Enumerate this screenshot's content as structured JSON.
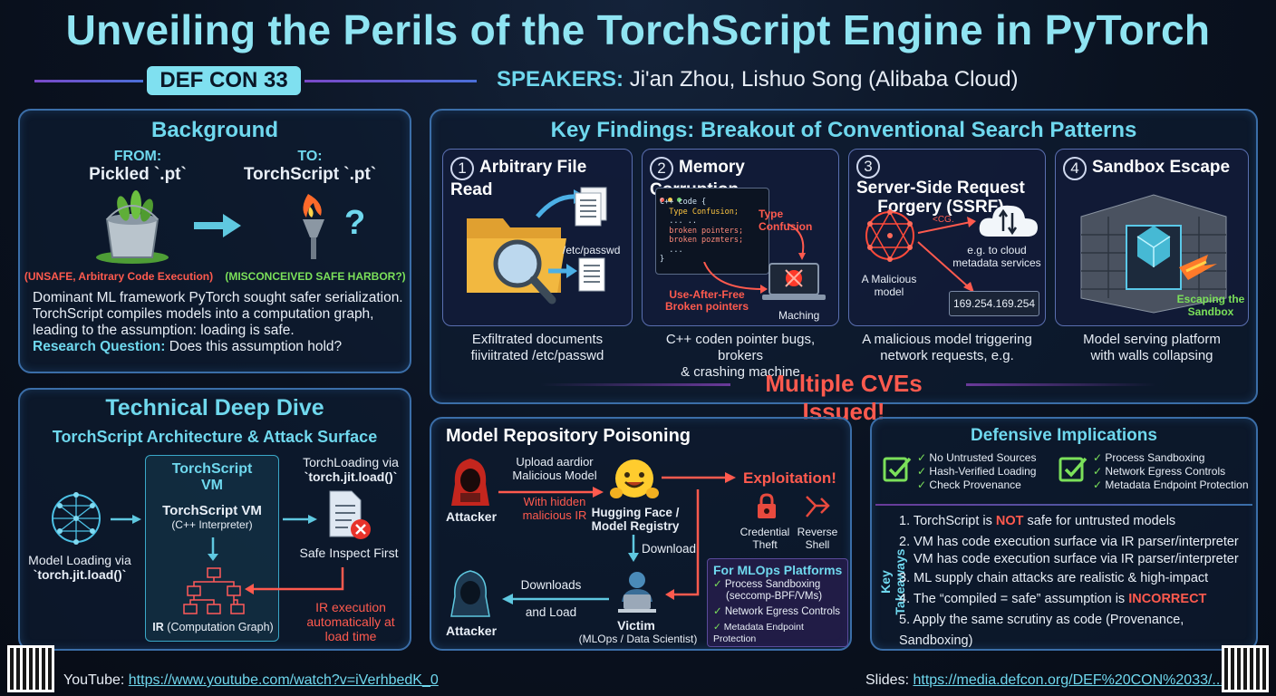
{
  "header": {
    "title": "Unveiling the Perils of the TorchScript Engine in PyTorch",
    "badge": "DEF CON 33",
    "speakers_label": "SPEAKERS:",
    "speakers_names": "Ji'an Zhou, Lishuo Song (Alibaba Cloud)"
  },
  "background": {
    "title": "Background",
    "from_label": "FROM:",
    "from_value": "Pickled `.pt`",
    "to_label": "TO:",
    "to_value": "TorchScript `.pt`",
    "from_note": "(UNSAFE, Arbitrary Code Execution)",
    "to_note": "(MISCONCEIVED SAFE HARBOR?)",
    "para1": "Dominant ML framework PyTorch sought safer serialization.",
    "para2": "TorchScript compiles models into a computation graph,",
    "para3": "leading to the assumption: loading is safe.",
    "rq_label": "Research Question:",
    "rq_text": "Does this assumption hold?"
  },
  "findings": {
    "title": "Key Findings: Breakout of Conventional Search Patterns",
    "items": [
      {
        "num": "1",
        "title": "Arbitrary File Read",
        "file_label": "/etc/passwd",
        "cap1": "Exfiltrated documents",
        "cap2": "fiiviitrated /etc/passwd"
      },
      {
        "num": "2",
        "title": "Memory Corruption",
        "code": [
          "C++ code {",
          "  Type Confusion;",
          "  ... ..",
          "  broken pointers;",
          "  broken pozmters;",
          "  ...",
          "}"
        ],
        "type_confusion": "Type Confusion",
        "uaf": "Use-After-Free",
        "broken": "Broken pointers",
        "maching": "Maching",
        "cap1": "C++ coden pointer bugs, brokers",
        "cap2": "& crashing machine"
      },
      {
        "num": "3",
        "title": "Server-Side Request",
        "title2": "Forgery (SSRF)",
        "cg": "<CG.",
        "cloud_note1": "e.g. to cloud",
        "cloud_note2": "metadata services",
        "mal1": "A Malicious",
        "mal2": "model",
        "ip": "169.254.169.254",
        "cap1": "A malicious model triggering",
        "cap2": "network requests, e.g."
      },
      {
        "num": "4",
        "title": "Sandbox Escape",
        "escape1": "Escaping the",
        "escape2": "Sandbox",
        "cap1": "Model serving platform",
        "cap2": "with walls collapsing"
      }
    ],
    "cves": "Multiple CVEs Issued!"
  },
  "deep_dive": {
    "title": "Technical Deep Dive",
    "subtitle": "TorchScript Architecture & Attack Surface",
    "vm_box_title1": "TorchScript",
    "vm_box_title2": "VM",
    "vm_name": "TorchScript VM",
    "vm_sub": "(C++ Interpreter)",
    "ir_label": "IR",
    "ir_sub": "(Computation Graph)",
    "load_label1": "Model Loading via",
    "load_label2": "`torch.jit.load()`",
    "tl_label1": "TorchLoading via",
    "tl_label2": "`torch.jit.load()`",
    "safe_inspect": "Safe Inspect First",
    "ir_exec1": "IR execution",
    "ir_exec2": "automatically at",
    "ir_exec3": "load time"
  },
  "poisoning": {
    "title": "Model Repository Poisoning",
    "attacker": "Attacker",
    "upload1": "Upload aardior",
    "upload2": "Malicious Model",
    "hidden1": "With hidden",
    "hidden2": "malicious IR",
    "hf1": "Hugging Face /",
    "hf2": "Model Registry",
    "exploitation": "Exploitation!",
    "cred1": "Credential",
    "cred2": "Theft",
    "rev1": "Reverse",
    "rev2": "Shell",
    "download": "Download",
    "downloads": "Downloads",
    "and_load": "and Load",
    "attacker2": "Attacker",
    "victim": "Victim",
    "victim_sub": "(MLOps / Data Scientist)",
    "mlops_title": "For MLOps Platforms",
    "mlops_items": [
      "Process Sandboxing",
      "(seccomp-BPF/VMs)",
      "Network Egress Controls",
      "Metadata Endpoint Protection"
    ]
  },
  "defensive": {
    "title": "Defensive Implications",
    "left_items": [
      "No Untrusted Sources",
      "Hash-Verified Loading",
      "Check Provenance"
    ],
    "right_items": [
      "Process Sandboxing",
      "Network Egress Controls",
      "Metadata Endpoint Protection"
    ],
    "kt_label": "Key Takeaways",
    "t1a": "1. TorchScript is ",
    "t1b": "NOT",
    "t1c": " safe for untrusted models",
    "t2a": "2. VM has code execution surface via IR parser/interpreter",
    "t2b": "VM has code execution surface via IR parser/interpreter",
    "t3": "3. ML supply chain attacks are realistic & high-impact",
    "t4a": "4. The “compiled = safe” assumption is ",
    "t4b": "INCORRECT",
    "t5": "5. Apply the same scrutiny as code (Provenance, Sandboxing)"
  },
  "footer": {
    "yt_label": "YouTube:",
    "yt_link": "https://www.youtube.com/watch?v=iVerhbedK_0",
    "slides_label": "Slides:",
    "slides_link": "https://media.defcon.org/DEF%20CON%2033/..."
  }
}
